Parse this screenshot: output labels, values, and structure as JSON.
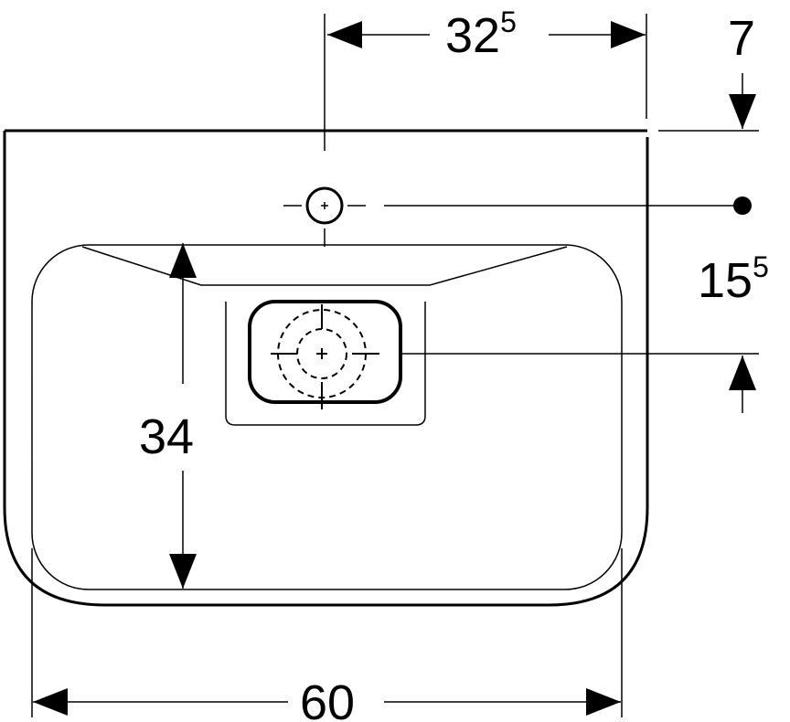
{
  "dimensions": {
    "tap_offset": {
      "main": "32",
      "sup": "5"
    },
    "tap_from_back": {
      "main": "7"
    },
    "tap_to_drain": {
      "main": "15",
      "sup": "5"
    },
    "bowl_depth": {
      "main": "34"
    },
    "width": {
      "main": "60"
    }
  },
  "colors": {
    "line": "#000000",
    "background": "#ffffff"
  }
}
